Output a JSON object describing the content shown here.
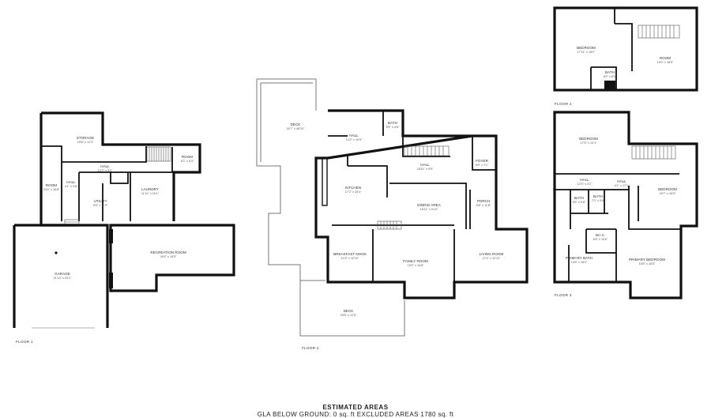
{
  "floors": [
    {
      "label": "FLOOR 1"
    },
    {
      "label": "FLOOR 2"
    },
    {
      "label": "FLOOR 3"
    },
    {
      "label": "FLOOR 4"
    }
  ],
  "rooms": {
    "f1_storage": {
      "name": "STORAGE",
      "dims": "15'6\" x 11'3\""
    },
    "f1_room_right": {
      "name": "ROOM",
      "dims": "6'2\" x 6'3\""
    },
    "f1_hall": {
      "name": "HALL",
      "dims": "12'2\" x 3'0\""
    },
    "f1_room_left": {
      "name": "ROOM",
      "dims": "4'10\" x 16'8\""
    },
    "f1_hall_small": {
      "name": "HALL",
      "dims": "4'1\" x 9'8\""
    },
    "f1_utility": {
      "name": "UTILITY",
      "dims": "9'6\" x 11'9\""
    },
    "f1_laundry": {
      "name": "LAUNDRY",
      "dims": "11'11\" x 16'1\""
    },
    "f1_recreation": {
      "name": "RECREATION ROOM",
      "dims": "29'4\" x 15'0\""
    },
    "f1_garage": {
      "name": "GARAGE",
      "dims": "21'10\" x 29'1\""
    },
    "f2_deck_top": {
      "name": "DECK",
      "dims": "16'7\" x 46'10\""
    },
    "f2_hall": {
      "name": "HALL",
      "dims": "14'2\" x 10'9\""
    },
    "f2_bath": {
      "name": "BATH",
      "dims": "5'5\" x 4'6\""
    },
    "f2_hall2": {
      "name": "HALL",
      "dims": "18'11\" x 9'5\""
    },
    "f2_foyer": {
      "name": "FOYER",
      "dims": "6'9\" x 7'1\""
    },
    "f2_kitchen": {
      "name": "KITCHEN",
      "dims": "17'2\" x 16'4\""
    },
    "f2_dining": {
      "name": "DINING AREA",
      "dims": "18'11\" x 9'10\""
    },
    "f2_porch": {
      "name": "PORCH",
      "dims": "6'6\" x 11'8\""
    },
    "f2_breakfast": {
      "name": "BREAKFAST NOOK",
      "dims": "10'3\" x 12'10\""
    },
    "f2_family": {
      "name": "FAMILY ROOM",
      "dims": "19'0\" x 14'6\""
    },
    "f2_living": {
      "name": "LIVING ROOM",
      "dims": "17'4\" x 12'10\""
    },
    "f2_deck_bottom": {
      "name": "DECK",
      "dims": "23'6\" x 12'6\""
    },
    "f3_bedroom_tl": {
      "name": "BEDROOM",
      "dims": "17'5\" x 14'1\""
    },
    "f3_hall": {
      "name": "HALL",
      "dims": "12'5\" x 3'2\""
    },
    "f3_hall_small": {
      "name": "HALL",
      "dims": "4'1\" x 17'1\""
    },
    "f3_bath1": {
      "name": "BATH",
      "dims": "8'6\" x 5'8\""
    },
    "f3_bath2": {
      "name": "BATH",
      "dims": "7'0\" x 5'5\""
    },
    "f3_bedroom_r": {
      "name": "BEDROOM",
      "dims": "16'7\" x 15'0\""
    },
    "f3_wic": {
      "name": "W.I.C.",
      "dims": "6'6\" x 10'6\""
    },
    "f3_primary_bath": {
      "name": "PRIMARY BATH",
      "dims": "13'6\" x 16'0\""
    },
    "f3_primary_bed": {
      "name": "PRIMARY BEDROOM",
      "dims": "15'6\" x 16'5\""
    },
    "f4_bedroom": {
      "name": "BEDROOM",
      "dims": "17'11\" x 18'2\""
    },
    "f4_room": {
      "name": "ROOM",
      "dims": "19'0\" x 18'5\""
    },
    "f4_bath": {
      "name": "BATH",
      "dims": "8'2\" x 6'0\""
    }
  },
  "footer": {
    "title": "ESTIMATED AREAS",
    "line": "GLA BELOW GROUND: 0 sq. ft EXCLUDED AREAS 1780 sq. ft"
  }
}
